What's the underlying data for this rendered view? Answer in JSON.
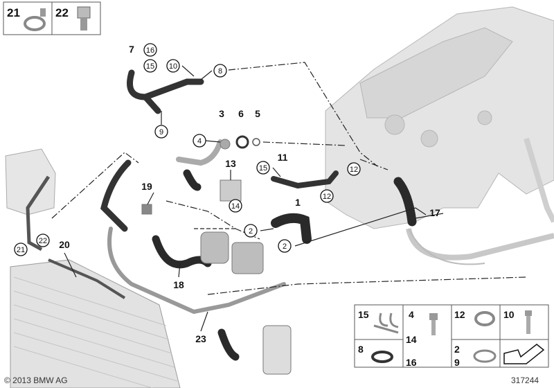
{
  "callouts": [
    {
      "text": "7",
      "circled": false
    },
    {
      "text": "16",
      "circled": true
    },
    {
      "text": "15",
      "circled": true
    },
    {
      "text": "10",
      "circled": true
    },
    {
      "text": "8",
      "circled": true
    },
    {
      "text": "9",
      "circled": true
    },
    {
      "text": "3",
      "circled": false
    },
    {
      "text": "6",
      "circled": false
    },
    {
      "text": "5",
      "circled": false
    },
    {
      "text": "4",
      "circled": true
    },
    {
      "text": "13",
      "circled": false
    },
    {
      "text": "14",
      "circled": true
    },
    {
      "text": "19",
      "circled": false
    },
    {
      "text": "11",
      "circled": false
    },
    {
      "text": "15",
      "circled": true
    },
    {
      "text": "12",
      "circled": true
    },
    {
      "text": "12",
      "circled": true
    },
    {
      "text": "1",
      "circled": false
    },
    {
      "text": "2",
      "circled": true
    },
    {
      "text": "2",
      "circled": true
    },
    {
      "text": "17",
      "circled": false
    },
    {
      "text": "20",
      "circled": false
    },
    {
      "text": "21",
      "circled": true
    },
    {
      "text": "22",
      "circled": true
    },
    {
      "text": "18",
      "circled": false
    },
    {
      "text": "23",
      "circled": false
    }
  ],
  "top_kit": [
    "21",
    "22"
  ],
  "parts_kit": {
    "cells": [
      {
        "labels": [
          "15"
        ]
      },
      {
        "labels": [
          "4",
          "14",
          "16"
        ]
      },
      {
        "labels": [
          "12"
        ]
      },
      {
        "labels": [
          "10"
        ]
      },
      {
        "labels": [
          "8"
        ]
      },
      {
        "labels": [
          "2",
          "9"
        ]
      }
    ]
  },
  "copyright": "© 2013 BMW AG",
  "diagram_number": "317244"
}
